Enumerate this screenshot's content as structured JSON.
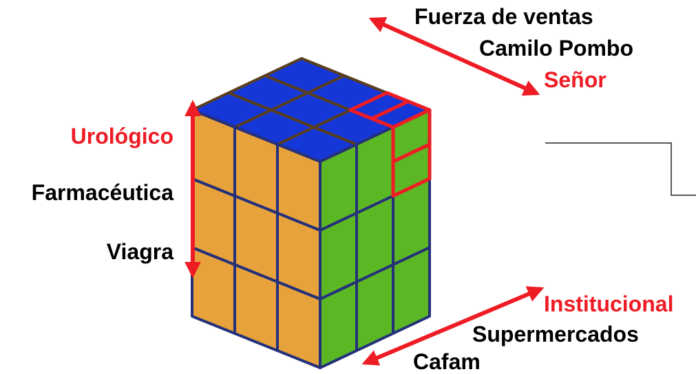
{
  "labels": {
    "top_axis": [
      "Fuerza de ventas",
      "Camilo Pombo",
      "Señor"
    ],
    "left_axis": [
      "Urológico",
      "Farmacéutica",
      "Viagra"
    ],
    "bottom_axis": [
      "Institucional",
      "Supermercados",
      "Cafam"
    ]
  },
  "colors": {
    "top_face": "#1537d8",
    "left_face": "#e8a23c",
    "right_face": "#5bb824",
    "highlight": "#ee1c24",
    "highlight_labels": "#ee1c24",
    "other_labels": "#000000",
    "arrows": "#ee1c24"
  }
}
